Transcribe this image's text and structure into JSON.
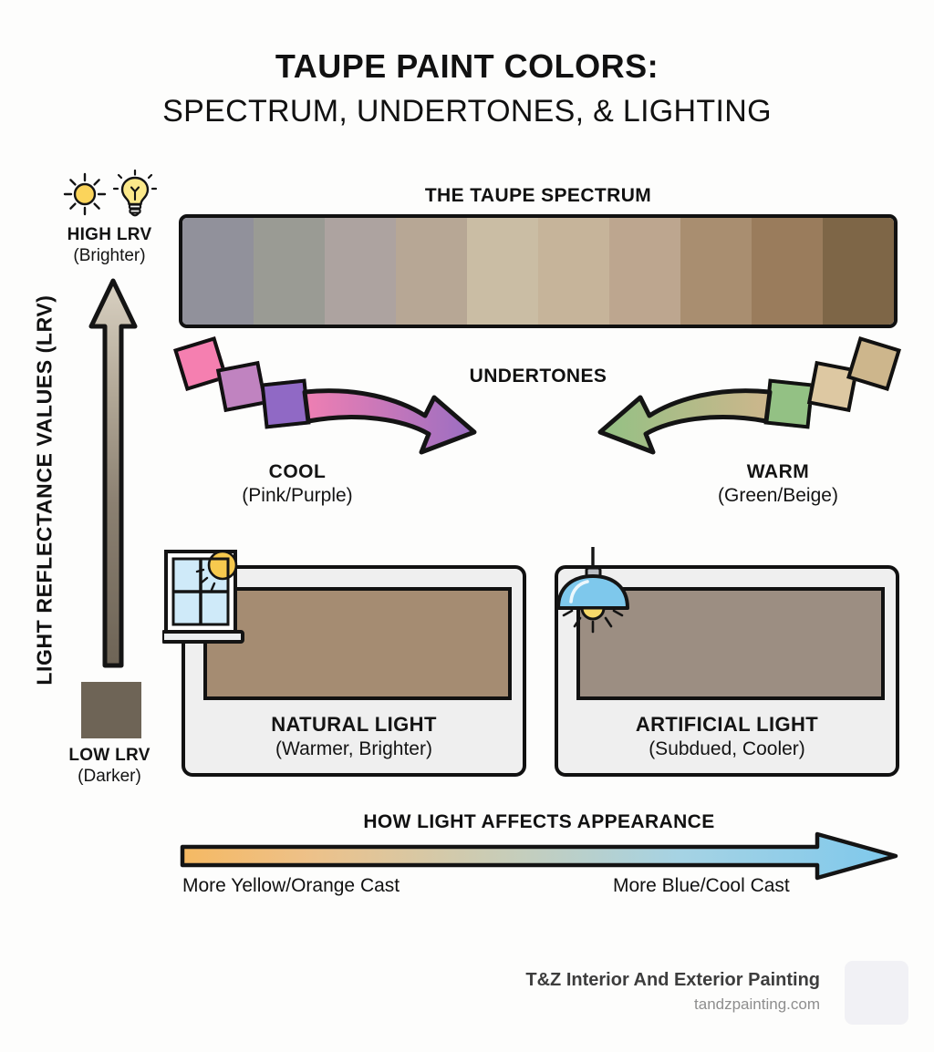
{
  "title": {
    "line1": "TAUPE PAINT COLORS:",
    "line2": "SPECTRUM, UNDERTONES, & LIGHTING"
  },
  "spectrum": {
    "heading": "THE TAUPE SPECTRUM",
    "swatches": [
      "#91919b",
      "#9a9b94",
      "#ada3a0",
      "#b7a795",
      "#cabda4",
      "#c6b49a",
      "#bda68f",
      "#a98e70",
      "#9a7c5c",
      "#7e6647"
    ]
  },
  "lrv": {
    "axis_label": "LIGHT REFLECTANCE VALUES (LRV)",
    "high_label": "HIGH LRV",
    "high_sub": "(Brighter)",
    "low_label": "LOW LRV",
    "low_sub": "(Darker)",
    "low_swatch_color": "#6e6456",
    "arrow_top_color": "#d9d1c2",
    "arrow_bottom_color": "#6e6456",
    "sun_icon": "sun-icon",
    "bulb_icon": "lightbulb-icon"
  },
  "undertones": {
    "heading": "UNDERTONES",
    "cool": {
      "label": "COOL",
      "sub": "(Pink/Purple)",
      "swatches": [
        "#f57fb0",
        "#c083c0",
        "#9069c5"
      ],
      "arrow_start_color": "#ef7fb2",
      "arrow_end_color": "#9a6ec2"
    },
    "warm": {
      "label": "WARM",
      "sub": "(Green/Beige)",
      "swatches": [
        "#93c184",
        "#ddc8a2",
        "#cdb68c"
      ],
      "arrow_start_color": "#93c184",
      "arrow_end_color": "#cdb68c"
    }
  },
  "lighting": {
    "heading": "HOW LIGHT AFFECTS APPEARANCE",
    "natural": {
      "label": "NATURAL LIGHT",
      "sub": "(Warmer, Brighter)",
      "swatch_color": "#a58c72",
      "icon": "window-with-sun-icon"
    },
    "artificial": {
      "label": "ARTIFICIAL LIGHT",
      "sub": "(Subdued, Cooler)",
      "swatch_color": "#9c8e82",
      "icon": "pendant-lamp-icon"
    },
    "cast_left": "More Yellow/Orange Cast",
    "cast_right": "More Blue/Cool Cast",
    "cast_start_color": "#f5b963",
    "cast_end_color": "#7ec8ec"
  },
  "footer": {
    "brand": "T&Z Interior And Exterior Painting",
    "site": "tandzpainting.com"
  },
  "chart_data": {
    "type": "diagram",
    "title": "TAUPE PAINT COLORS: SPECTRUM, UNDERTONES, & LIGHTING",
    "sections": [
      {
        "name": "THE TAUPE SPECTRUM",
        "type": "color-scale",
        "order": "cool-gray to warm-brown",
        "values": [
          "#91919b",
          "#9a9b94",
          "#ada3a0",
          "#b7a795",
          "#cabda4",
          "#c6b49a",
          "#bda68f",
          "#a98e70",
          "#9a7c5c",
          "#7e6647"
        ]
      },
      {
        "name": "LIGHT REFLECTANCE VALUES (LRV)",
        "type": "axis",
        "high": "HIGH LRV (Brighter)",
        "low": "LOW LRV (Darker)",
        "direction": "upward"
      },
      {
        "name": "UNDERTONES",
        "type": "bidirectional",
        "left": {
          "label": "COOL",
          "sub": "(Pink/Purple)",
          "colors": [
            "#f57fb0",
            "#c083c0",
            "#9069c5"
          ]
        },
        "right": {
          "label": "WARM",
          "sub": "(Green/Beige)",
          "colors": [
            "#93c184",
            "#ddc8a2",
            "#cdb68c"
          ]
        }
      },
      {
        "name": "HOW LIGHT AFFECTS APPEARANCE",
        "type": "comparison",
        "items": [
          {
            "label": "NATURAL LIGHT",
            "sub": "(Warmer, Brighter)",
            "color": "#a58c72"
          },
          {
            "label": "ARTIFICIAL LIGHT",
            "sub": "(Subdued, Cooler)",
            "color": "#9c8e82"
          }
        ],
        "gradient": {
          "from": "More Yellow/Orange Cast",
          "to": "More Blue/Cool Cast",
          "from_color": "#f5b963",
          "to_color": "#7ec8ec"
        }
      }
    ]
  }
}
